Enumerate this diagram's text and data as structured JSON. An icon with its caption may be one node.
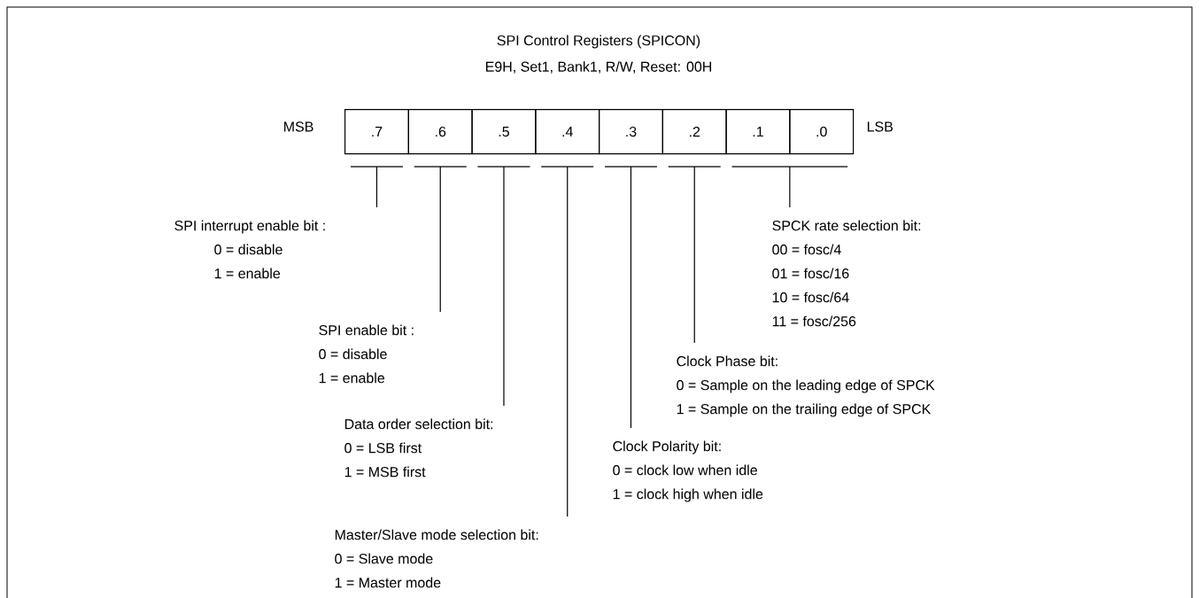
{
  "diagram": {
    "title": "SPI Control Registers (SPICON)",
    "nodes": [
      {
        "text": [
          ".7"
        ]
      },
      {
        "text": [
          ".6"
        ]
      },
      {
        "text": [
          ".5"
        ]
      },
      {
        "text": [
          ".4"
        ]
      },
      {
        "text": [
          ".3"
        ]
      },
      {
        "text": [
          ".2"
        ]
      },
      {
        "text": [
          ".1"
        ]
      },
      {
        "text": [
          ".0"
        ]
      },
      {
        "text": [
          "SPI interrupt enable bit :",
          "0 = disable",
          "1 = enable"
        ]
      },
      {
        "text": [
          "SPI enable bit :",
          "0 = disable",
          "1 = enable"
        ]
      },
      {
        "text": [
          "Data order selection bit:",
          "0 = LSB first",
          "1 = MSB first"
        ]
      },
      {
        "text": [
          "Master/Slave mode selection bit:",
          "0 = Slave mode",
          "1 = Master mode"
        ]
      },
      {
        "text": [
          "Clock Polarity bit:",
          "0 = clock low when idle",
          "1 = clock high when idle"
        ]
      },
      {
        "text": [
          "Clock Phase bit:",
          "0 = Sample on the leading edge of SPCK",
          "1 = Sample on the trailing edge of SPCK"
        ]
      },
      {
        "text": [
          "SPCK rate selection bit:",
          "00 = fosc/4",
          "01 = fosc/16",
          "10 = fosc/64",
          "11 = fosc/256"
        ]
      }
    ],
    "edges": [
      {
        "from": 8,
        "to": 0,
        "arrow": "none"
      },
      {
        "from": 9,
        "to": 1,
        "arrow": "none"
      },
      {
        "from": 10,
        "to": 2,
        "arrow": "none"
      },
      {
        "from": 11,
        "to": 3,
        "arrow": "none"
      },
      {
        "from": 12,
        "to": 4,
        "arrow": "none"
      },
      {
        "from": 13,
        "to": 5,
        "arrow": "none"
      },
      {
        "from": 14,
        "to": 6,
        "arrow": "none"
      },
      {
        "from": 14,
        "to": 7,
        "arrow": "none"
      }
    ],
    "labels": [
      "E9H, Set1, Bank1, R/W, Reset: 00H",
      "MSB",
      "LSB"
    ]
  }
}
